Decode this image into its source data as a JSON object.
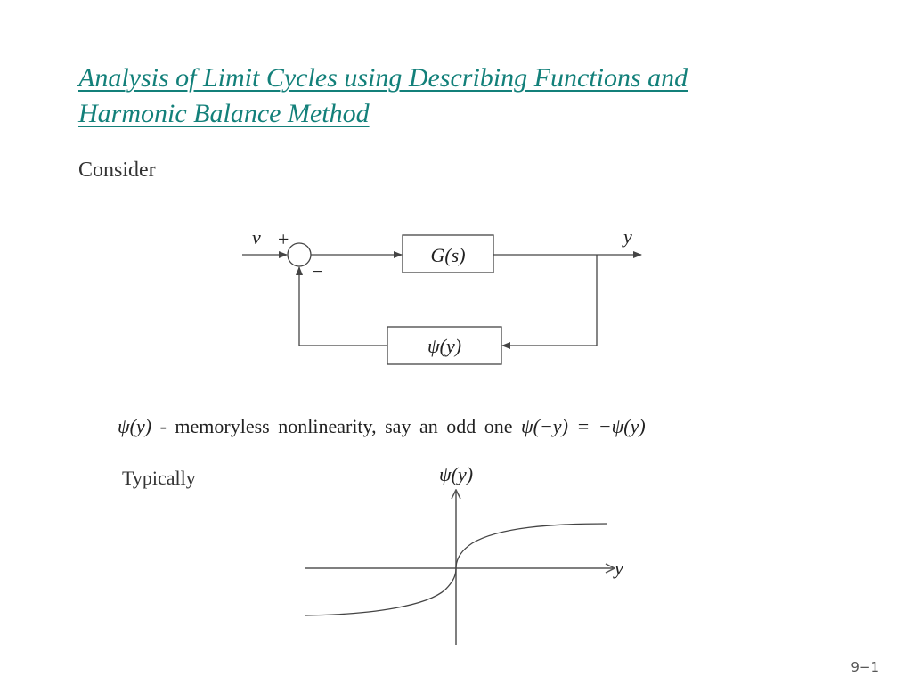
{
  "slide": {
    "title_line1": "Analysis of Limit Cycles using Describing Functions and",
    "title_line2": "Harmonic Balance Method",
    "consider_label": "Consider",
    "typically_label": "Typically",
    "page_number": "9−1",
    "title_color": "#13807a"
  },
  "block_diagram": {
    "input_label": "v",
    "plus_sign": "+",
    "minus_sign": "−",
    "forward_block": "G(s)",
    "feedback_block": "ψ(y)",
    "output_label": "y"
  },
  "statement": {
    "lhs": "ψ(y)",
    "dash": "-",
    "text": "memoryless nonlinearity, say an odd one",
    "equation": "ψ(−y) = −ψ(y)"
  },
  "plot": {
    "y_axis_label": "ψ(y)",
    "x_axis_label": "y",
    "curve_description": "odd saturating nonlinearity with vertical slope at origin"
  }
}
